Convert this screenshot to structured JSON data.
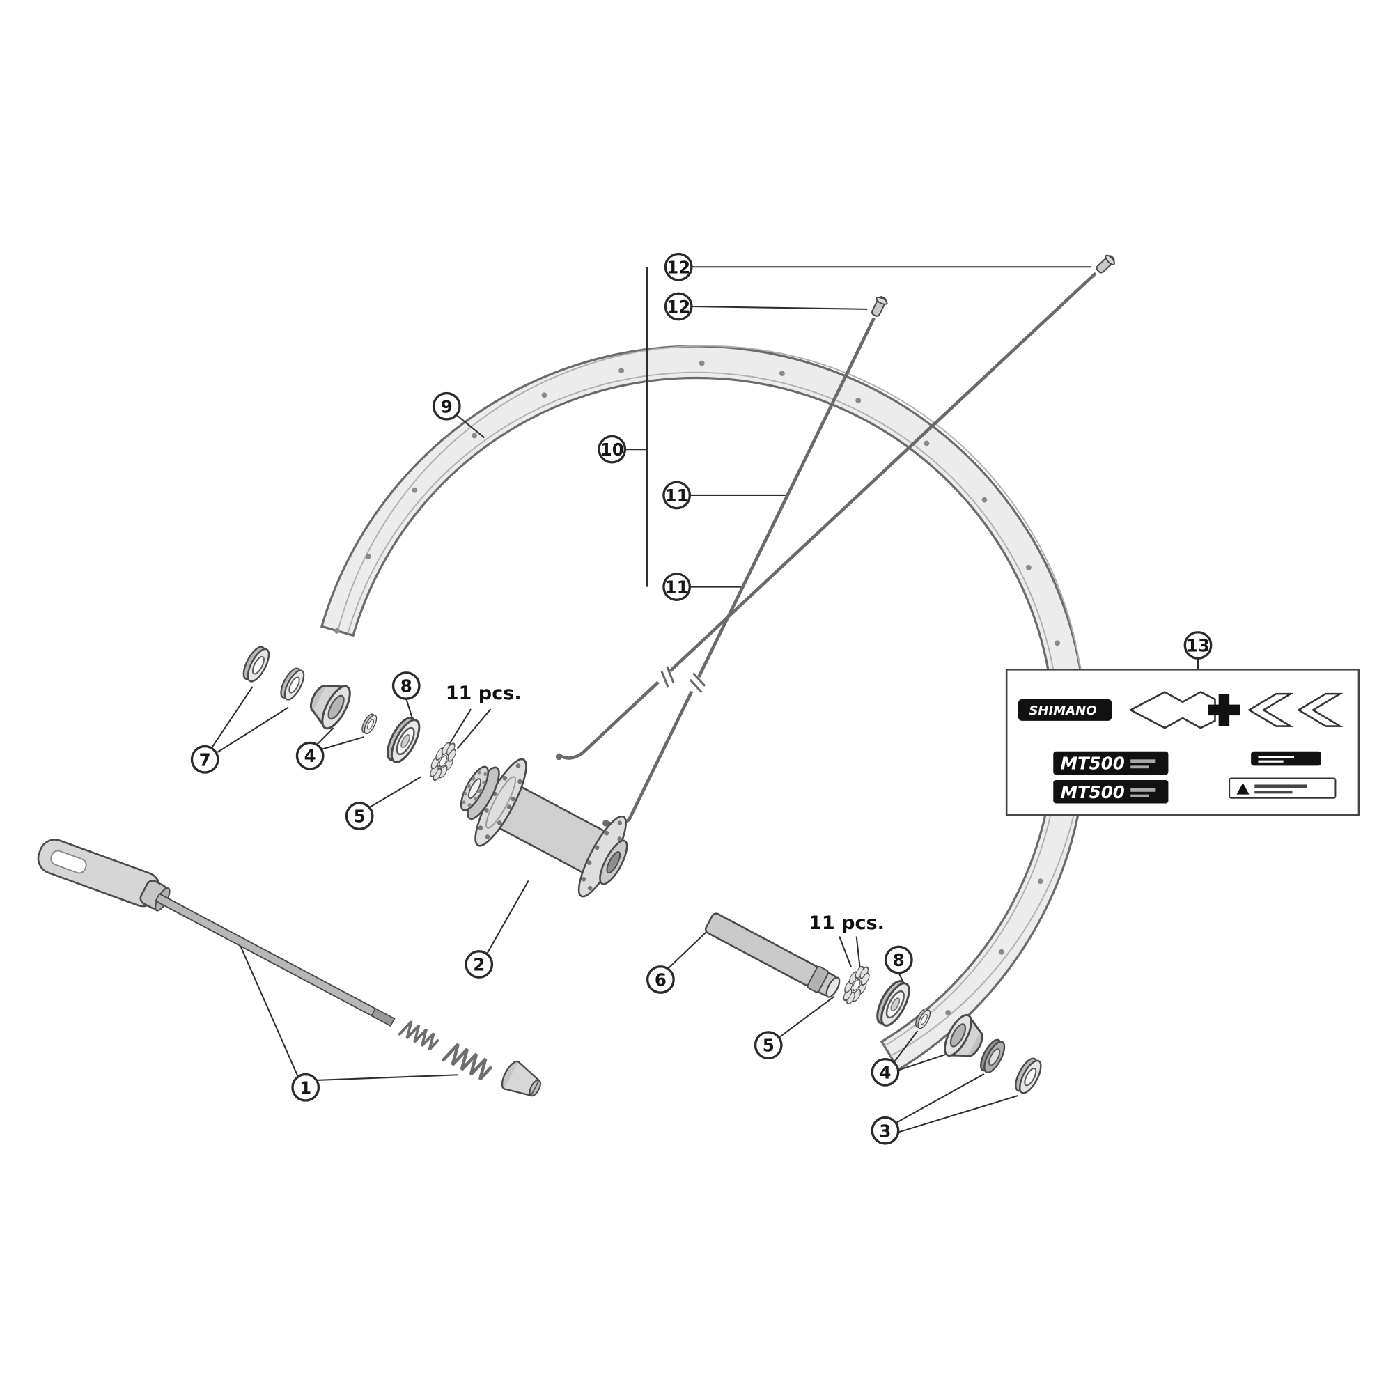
{
  "callouts": {
    "nipple_top": {
      "label": "12"
    },
    "nipple_mid": {
      "label": "12"
    },
    "rim": {
      "label": "9"
    },
    "spoke_assembly": {
      "label": "10"
    },
    "spoke_upper": {
      "label": "11"
    },
    "spoke_lower": {
      "label": "11"
    },
    "decal_sheet": {
      "label": "13"
    },
    "left_washers": {
      "label": "7"
    },
    "left_cone": {
      "label": "4"
    },
    "left_washer8": {
      "label": "8"
    },
    "left_locknut": {
      "label": "5"
    },
    "hub_axle": {
      "label": "2"
    },
    "axle_tube": {
      "label": "6"
    },
    "right_washer8": {
      "label": "8"
    },
    "right_locknut": {
      "label": "5"
    },
    "right_cone": {
      "label": "4"
    },
    "right_seals": {
      "label": "3"
    },
    "quick_release": {
      "label": "1"
    }
  },
  "labels": {
    "bearing_left": "11 pcs.",
    "bearing_right": "11 pcs."
  },
  "decal_sheet": {
    "brand": "SHIMANO",
    "model_line1": "MT500",
    "model_line2": "MT500"
  },
  "colors": {
    "line": "#2f2f2f",
    "metal_light": "#e6e6e6",
    "metal_mid": "#c9c9c9",
    "metal_dark": "#9c9c9c",
    "decal_black": "#111111"
  }
}
